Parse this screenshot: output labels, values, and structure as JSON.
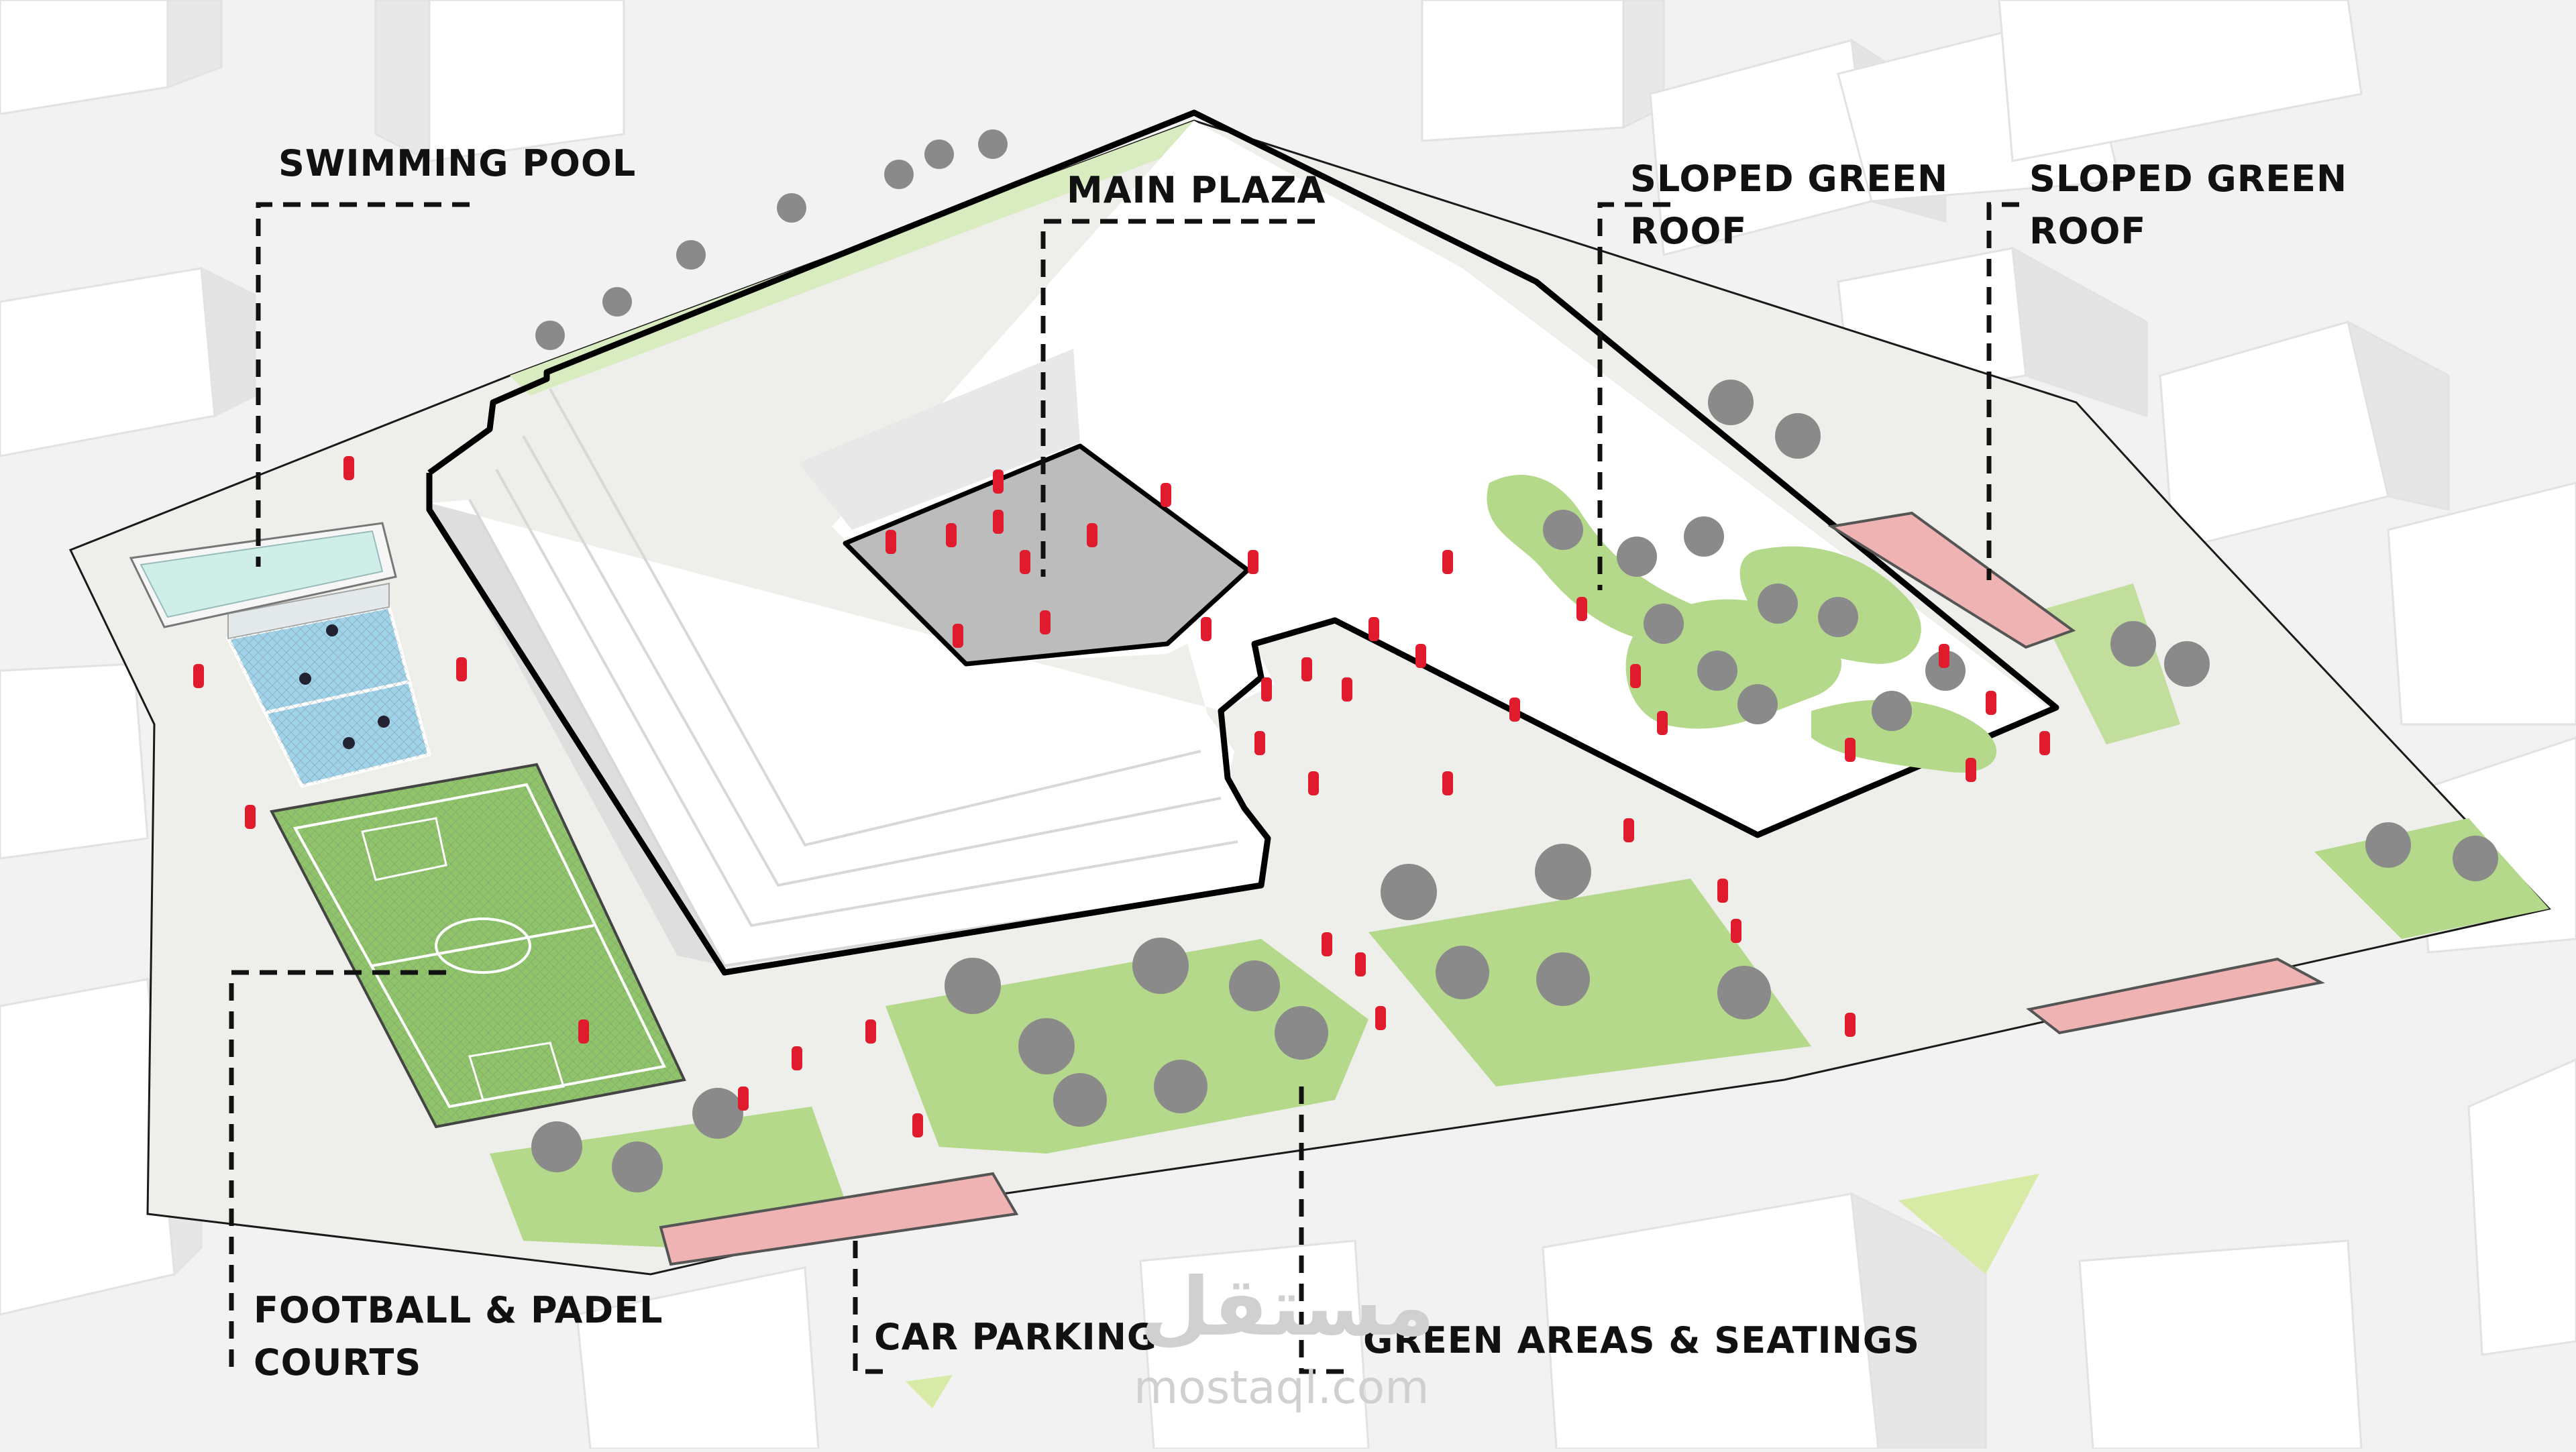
{
  "labels": {
    "swimming_pool": "SWIMMING POOL",
    "main_plaza": "MAIN PLAZA",
    "sloped_roof_1_line1": "SLOPED GREEN",
    "sloped_roof_1_line2": "ROOF",
    "sloped_roof_2_line1": "SLOPED GREEN",
    "sloped_roof_2_line2": "ROOF",
    "courts_line1": "FOOTBALL & PADEL",
    "courts_line2": "COURTS",
    "car_parking": "CAR PARKING",
    "green_areas": "GREEN AREAS & SEATINGS"
  },
  "watermark": {
    "arabic": "مستقل",
    "latin": "mostaql.com"
  },
  "colors": {
    "background": "#f2f2f2",
    "ground": "#eeeeea",
    "building": "#ffffff",
    "building_shadow": "#e4e4e4",
    "outline": "#000000",
    "grass": "#b5d98a",
    "pitch": "#8fc46a",
    "pool": "#cfeee8",
    "padel": "#9fd3ea",
    "parking": "#efb3b3",
    "plaza": "#bcbcbc",
    "people": "#e01b2d",
    "trees": "#8a8a8a",
    "leader_line": "#111111"
  }
}
